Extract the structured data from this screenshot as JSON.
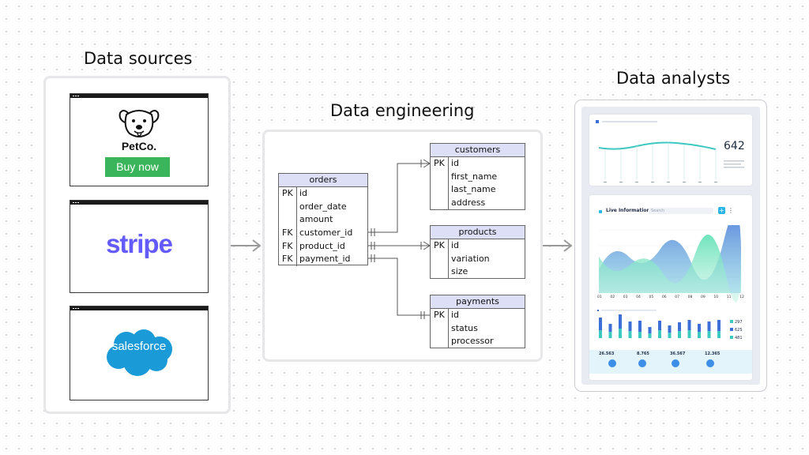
{
  "sections": {
    "sources_title": "Data sources",
    "engineering_title": "Data engineering",
    "analysts_title": "Data analysts"
  },
  "sources": {
    "petco_brand": "PetCo.",
    "buy_label": "Buy now",
    "stripe_brand": "stripe",
    "salesforce_brand": "salesforce",
    "colors": {
      "buy": "#3ab55b",
      "stripe": "#635bff",
      "salesforce": "#1a9bd7"
    }
  },
  "er": {
    "header_color": "#dcdff5",
    "orders": {
      "name": "orders",
      "rows": [
        {
          "key": "PK",
          "field": "id"
        },
        {
          "key": "",
          "field": "order_date"
        },
        {
          "key": "",
          "field": "amount"
        },
        {
          "key": "FK",
          "field": "customer_id"
        },
        {
          "key": "FK",
          "field": "product_id"
        },
        {
          "key": "FK",
          "field": "payment_id"
        }
      ]
    },
    "customers": {
      "name": "customers",
      "rows": [
        {
          "key": "PK",
          "field": "id"
        },
        {
          "key": "",
          "field": "first_name"
        },
        {
          "key": "",
          "field": "last_name"
        },
        {
          "key": "",
          "field": "address"
        }
      ]
    },
    "products": {
      "name": "products",
      "rows": [
        {
          "key": "PK",
          "field": "id"
        },
        {
          "key": "",
          "field": "variation"
        },
        {
          "key": "",
          "field": "size"
        }
      ]
    },
    "payments": {
      "name": "payments",
      "rows": [
        {
          "key": "PK",
          "field": "id"
        },
        {
          "key": "",
          "field": "status"
        },
        {
          "key": "",
          "field": "processor"
        }
      ]
    }
  },
  "dashboard": {
    "top_value": "642",
    "live_title": "Live Information",
    "search_placeholder": "Search",
    "x_ticks": [
      "01",
      "02",
      "03",
      "04",
      "05",
      "06",
      "07",
      "08",
      "09",
      "10",
      "11",
      "12"
    ],
    "legend_values": [
      "297",
      "625",
      "481"
    ],
    "stats": [
      "26.563",
      "8.765",
      "36.567",
      "12.365"
    ],
    "colors": {
      "teal": "#3ec9c0",
      "blue": "#3d6fd6",
      "accent": "#29b6e6"
    }
  }
}
